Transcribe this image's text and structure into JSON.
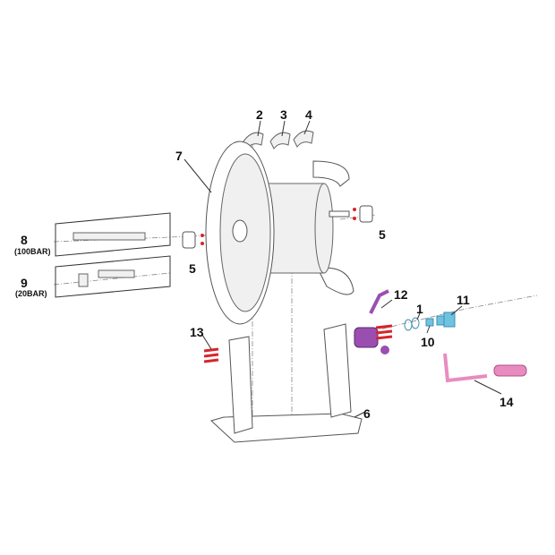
{
  "labels": {
    "l1": "1",
    "l2": "2",
    "l3": "3",
    "l4": "4",
    "l5a": "5",
    "l5b": "5",
    "l6": "6",
    "l7": "7",
    "l8": "8",
    "l8_sub": "(100BAR)",
    "l9": "9",
    "l9_sub": "(20BAR)",
    "l10": "10",
    "l11": "11",
    "l12": "12",
    "l13": "13",
    "l14": "14"
  },
  "colors": {
    "swivel": "#9a4fb0",
    "bolts": "#d8242c",
    "coupling": "#6fc3e0",
    "handle": "#e88cc0"
  }
}
